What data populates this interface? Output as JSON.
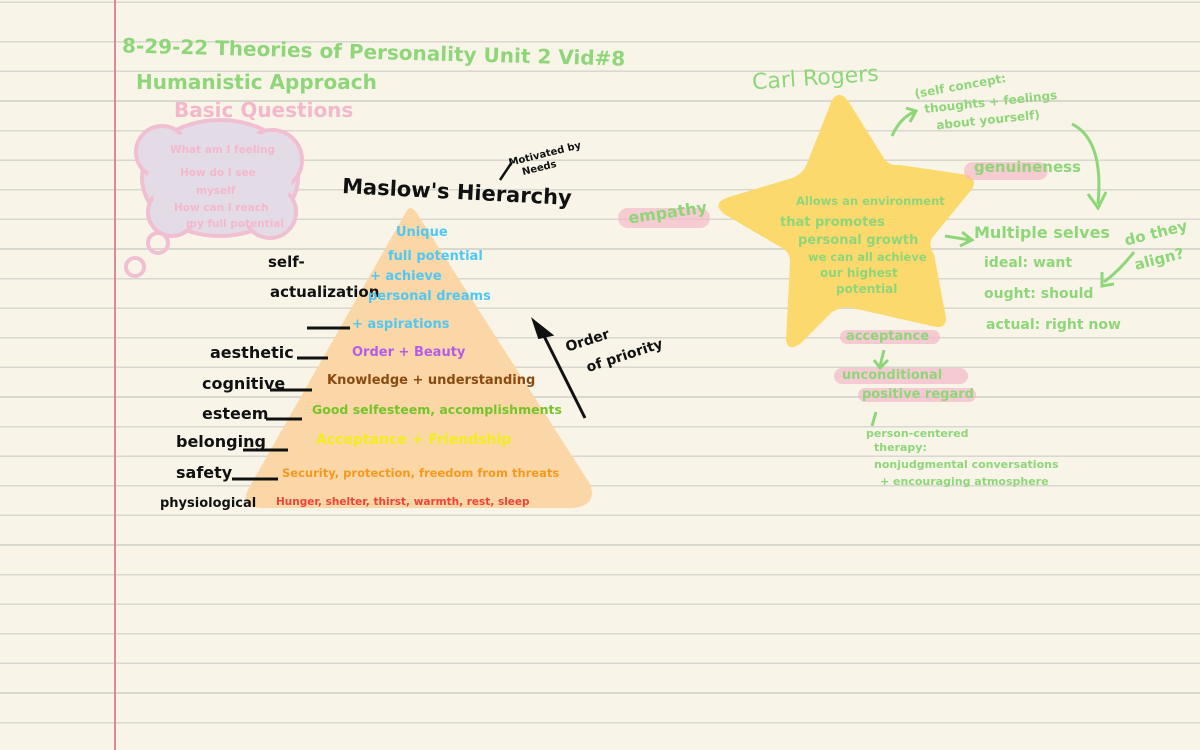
{
  "header": {
    "date_title": "8-29-22 Theories of Personality Unit 2 Vid#8",
    "subtitle": "Humanistic Approach"
  },
  "basic_questions": {
    "title": "Basic Questions",
    "lines": [
      "What am I feeling",
      "How do I see",
      "myself",
      "How can I reach",
      "my full potential"
    ]
  },
  "maslow": {
    "title": "Maslow's Hierarchy",
    "side_note": [
      "Motivated by",
      "Needs"
    ],
    "order_note": [
      "Order",
      "of priority"
    ],
    "left_labels": {
      "self_actualization": [
        "self-",
        "actualization"
      ],
      "aesthetic": "aesthetic",
      "cognitive": "cognitive",
      "esteem": "esteem",
      "belonging": "belonging",
      "safety": "safety",
      "physiological": "physiological"
    },
    "levels": {
      "top": [
        "Unique",
        "full potential",
        "+ achieve",
        "personal dreams"
      ],
      "aspirations": "+ aspirations",
      "order_beauty": "Order + Beauty",
      "knowledge": "Knowledge + understanding",
      "esteem": "Good selfesteem, accomplishments",
      "belonging": "Acceptance + Friendship",
      "safety": "Security, protection, freedom from threats",
      "physiological": "Hunger, shelter, thirst, warmth, rest, sleep"
    },
    "colors": {
      "triangle": "#fbd6a6",
      "top": "#4fc8f3",
      "order_beauty": "#b45ce8",
      "knowledge": "#8a4b12",
      "esteem": "#74c42a",
      "belonging": "#f2ee1e",
      "safety": "#f49a20",
      "physiological": "#ee4438"
    }
  },
  "rogers": {
    "title": "Carl Rogers",
    "empathy": "empathy",
    "self_concept": [
      "(self concept:",
      "thoughts + feelings",
      "about yourself)"
    ],
    "genuineness": "genuineness",
    "star_text": [
      "Allows an environment",
      "that promotes",
      "personal growth",
      "we can all achieve",
      "our highest",
      "potential"
    ],
    "multiple_selves": "Multiple selves",
    "selves": [
      "ideal: want",
      "ought: should",
      "actual: right now"
    ],
    "do_they_align": [
      "do they",
      "align?"
    ],
    "acceptance": "acceptance",
    "unconditional": [
      "unconditional",
      "positive regard"
    ],
    "therapy": [
      "person-centered",
      "therapy:",
      "nonjudgmental conversations",
      "+ encouraging atmosphere"
    ],
    "colors": {
      "star": "#fbd96c",
      "ink": "#8fd67a"
    }
  }
}
